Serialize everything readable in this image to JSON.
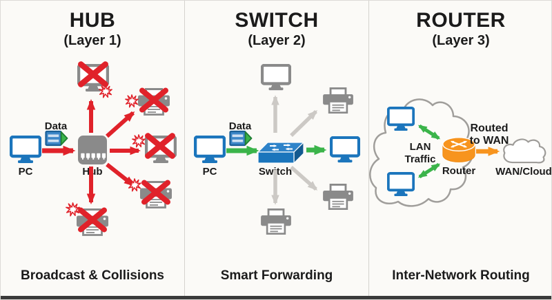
{
  "colors": {
    "background": "#fbfaf7",
    "red": "#e0222a",
    "green": "#3bb44a",
    "blue": "#1b75bc",
    "orange": "#f7941e",
    "device_gray": "#8a8a8a",
    "arrow_gray": "#ccc9c5",
    "text": "#1b1b1b",
    "bottom_bar": "#3a3a3a"
  },
  "panels": {
    "hub": {
      "title": "HUB",
      "subtitle": "(Layer 1)",
      "caption": "Broadcast & Collisions",
      "data_label": "Data",
      "pc_label": "PC",
      "device_label": "Hub"
    },
    "switch": {
      "title": "SWITCH",
      "subtitle": "(Layer 2)",
      "caption": "Smart Forwarding",
      "data_label": "Data",
      "pc_label": "PC",
      "device_label": "Switch"
    },
    "router": {
      "title": "ROUTER",
      "subtitle": "(Layer 3)",
      "caption": "Inter-Network Routing",
      "device_label": "Router",
      "lan_traffic": {
        "line1": "LAN",
        "line2": "Traffic"
      },
      "routed_to_wan": {
        "line1": "Routed",
        "line2": "to WAN"
      },
      "wan_label": "WAN/Cloud"
    }
  }
}
